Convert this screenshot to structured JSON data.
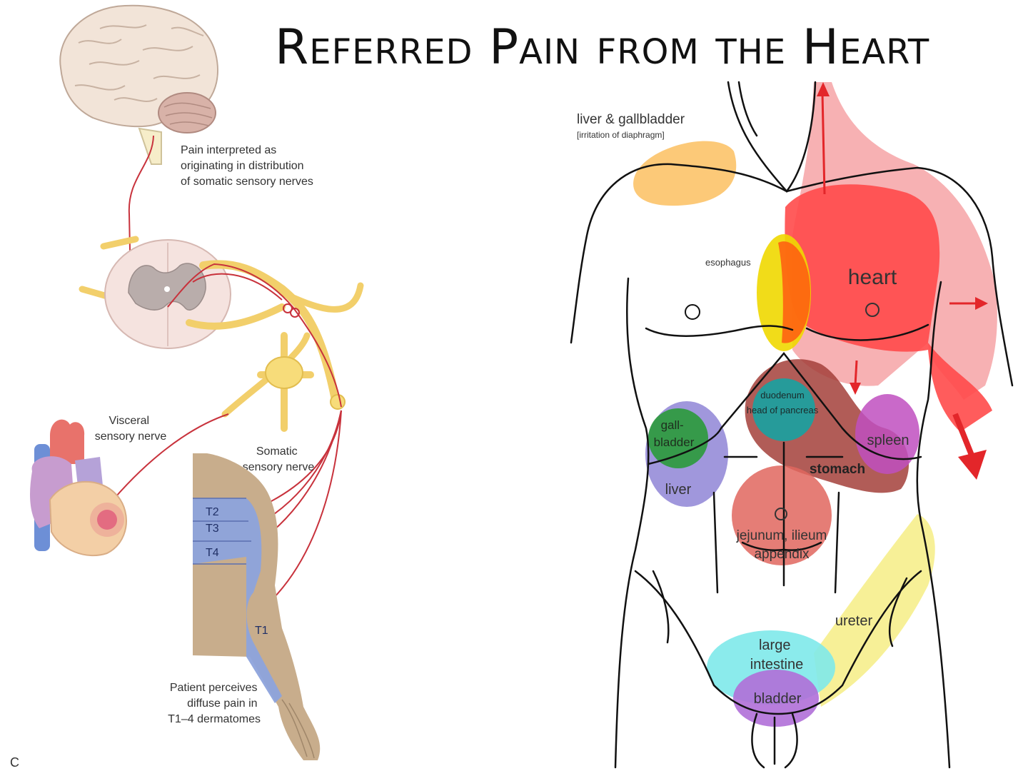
{
  "title": "Referred Pain from the Heart",
  "left_panel": {
    "brain_caption": [
      "Pain interpreted as",
      "originating in distribution",
      "of somatic sensory nerves"
    ],
    "visceral_label": [
      "Visceral",
      "sensory nerve"
    ],
    "somatic_label": [
      "Somatic",
      "sensory nerve"
    ],
    "dermatomes": [
      "T2",
      "T3",
      "T4",
      "T1"
    ],
    "patient_caption": [
      "Patient perceives",
      "diffuse pain in",
      "T1–4 dermatomes"
    ],
    "figure_letter": "C"
  },
  "right_panel": {
    "liver_gallbladder_label": "liver & gallbladder",
    "liver_gallbladder_note": "[irritation of diaphragm]",
    "esophagus": "esophagus",
    "heart": "heart",
    "duodenum": "duodenum",
    "head_of_pancreas": "head of pancreas",
    "gallbladder": [
      "gall-",
      "bladder"
    ],
    "spleen": "spleen",
    "stomach": "stomach",
    "liver": "liver",
    "jejunum": "jejunum, ilieum",
    "appendix": "appendix",
    "ureter": "ureter",
    "large_intestine": [
      "large",
      "intestine"
    ],
    "bladder": "bladder"
  },
  "colors": {
    "nerve_red": "#c8323c",
    "nerve_yellow": "#f2cf6b",
    "dermatome_blue": "#8da3dc",
    "skin": "#c8ad8c",
    "heart_red": "#ff4a4a",
    "heart_pink": "#f6a3a6",
    "liver_orange": "#fbbf60",
    "esophagus_yellow": "#f0d800",
    "stomach_brown": "#a3403a",
    "duodenum_teal": "#1f9e9e",
    "gallbladder_green": "#2a9a3a",
    "liver_purple": "#8f85d6",
    "spleen_purple": "#bf4fbf",
    "jejunum_salmon": "#e0665e",
    "ureter_yellow": "#f6ee8c",
    "large_intestine_cyan": "#7ee9ea",
    "bladder_purple": "#b06fd8"
  }
}
